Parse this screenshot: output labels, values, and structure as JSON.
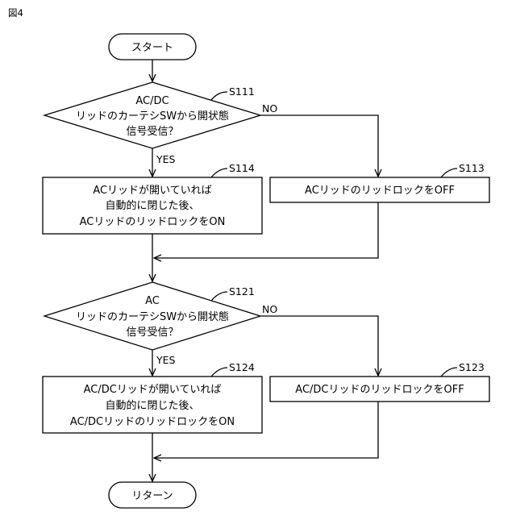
{
  "figure_label": "図4",
  "nodes": {
    "start": {
      "text": "スタート"
    },
    "d1": {
      "step": "S111",
      "lines": [
        "AC/DC",
        "リッドのカーテシSWから開状態",
        "信号受信？"
      ]
    },
    "p114": {
      "step": "S114",
      "lines": [
        "ACリッドが開いていれば",
        "自動的に閉じた後、",
        "ACリッドのリッドロックをON"
      ]
    },
    "p113": {
      "step": "S113",
      "lines": [
        "ACリッドのリッドロックをOFF"
      ]
    },
    "d2": {
      "step": "S121",
      "lines": [
        "AC",
        "リッドのカーテシSWから開状態",
        "信号受信？"
      ]
    },
    "p124": {
      "step": "S124",
      "lines": [
        "AC/DCリッドが開いていれば",
        "自動的に閉じた後、",
        "AC/DCリッドのリッドロックをON"
      ]
    },
    "p123": {
      "step": "S123",
      "lines": [
        "AC/DCリッドのリッドロックをOFF"
      ]
    },
    "end": {
      "text": "リターン"
    }
  },
  "branch_labels": {
    "yes": "YES",
    "no": "NO"
  }
}
